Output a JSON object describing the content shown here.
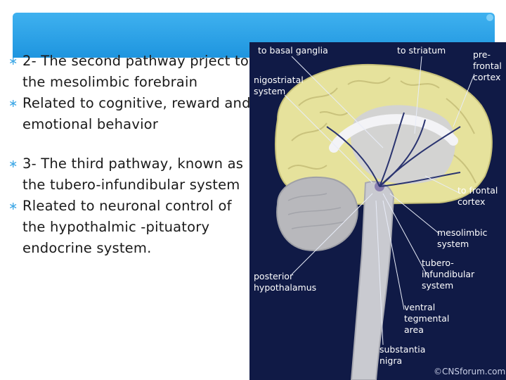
{
  "bullets": [
    {
      "text": "2- The second pathway prject to the mesolimbic forebrain"
    },
    {
      "text": "Related to cognitive, reward and emotional behavior"
    },
    {
      "text": " 3- The third pathway, known as the tubero-infundibular system"
    },
    {
      "text": "Rleated to neuronal control of the hypothalmic -pituatory endocrine system."
    }
  ],
  "figure": {
    "labels": {
      "to_basal_ganglia": "to basal ganglia",
      "to_striatum": "to striatum",
      "prefrontal_1": "pre-",
      "prefrontal_2": "frontal",
      "prefrontal_3": "cortex",
      "nigostriatal_1": "nigostriatal",
      "nigostriatal_2": "system",
      "to_frontal_cortex_1": "to frontal",
      "to_frontal_cortex_2": "cortex",
      "mesolimbic_1": "mesolimbic",
      "mesolimbic_2": "system",
      "tubero_1": "tubero-",
      "tubero_2": "infundibular",
      "tubero_3": "system",
      "posterior_1": "posterior",
      "posterior_2": "hypothalamus",
      "ventral_1": "ventral",
      "ventral_2": "tegmental",
      "ventral_3": "area",
      "substantia_1": "substantia",
      "substantia_2": "nigra",
      "credit": "©CNSforum.com"
    }
  },
  "colors": {
    "banner": "#2aa3ea",
    "figure_bg": "#101a46",
    "cortex": "#e6e29c",
    "cerebellum": "#b8b8bc",
    "brainstem": "#c9cad0"
  }
}
